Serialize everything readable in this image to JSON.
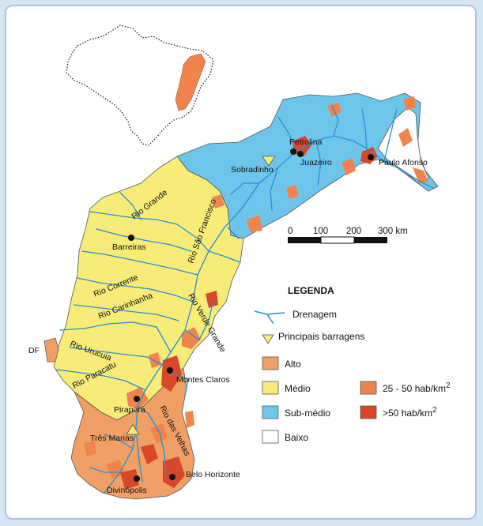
{
  "colors": {
    "alto": "#f0a064",
    "medio": "#f7ec78",
    "sub_medio": "#6ec5eb",
    "baixo": "#ffffff",
    "dens_25_50": "#f0844c",
    "dens_50": "#d9472a",
    "river": "#2a8fd0"
  },
  "map": {
    "cities": {
      "petrolina": "Petrolina",
      "juazeiro": "Juazeiro",
      "sobradinho": "Sobradinho",
      "paulo_afonso": "Paulo Afonso",
      "barreiras": "Barreiras",
      "montes_claros": "Montes Claros",
      "pirapora": "Pirapora",
      "tres_marias": "Três Marias",
      "belo_horizonte": "Belo Horizonte",
      "divinopolis": "Divinópolis",
      "df": "DF"
    },
    "rivers": {
      "grande": "Rio Grande",
      "sao_francisco": "Rio São Francisco",
      "corrente": "Rio Corrente",
      "carinhanha": "Rio Carinhanha",
      "urucuia": "Rio Urucuia",
      "paracatu": "Rio Paracatu",
      "verde_grande": "Rio Verde Grande",
      "das_velhas": "Rio das Velhas"
    }
  },
  "scale": {
    "ticks": [
      "0",
      "100",
      "200",
      "300 km"
    ]
  },
  "legend": {
    "title": "LEGENDA",
    "drenagem": "Drenagem",
    "barragens": "Principais barragens",
    "alto": "Alto",
    "medio": "Médio",
    "sub_medio": "Sub-médio",
    "baixo": "Baixo",
    "dens1": "25 - 50 hab/km",
    "dens2": ">50 hab/km",
    "dens_sup": "2"
  }
}
